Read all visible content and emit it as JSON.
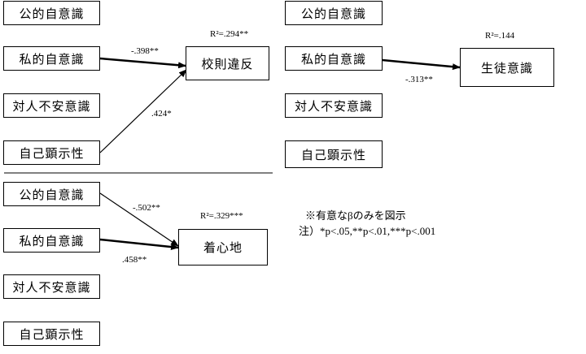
{
  "models": [
    {
      "predictors": [
        "公的自意識",
        "私的自意識",
        "対人不安意識",
        "自己顕示性"
      ],
      "outcome": "校則違反",
      "r2": "R²=.294**",
      "paths": [
        {
          "from": "私的自意識",
          "beta": "-.398**"
        },
        {
          "from": "自己顕示性",
          "beta": ".424*"
        }
      ]
    },
    {
      "predictors": [
        "公的自意識",
        "私的自意識",
        "対人不安意識",
        "自己顕示性"
      ],
      "outcome": "生徒意識",
      "r2": "R²=.144",
      "paths": [
        {
          "from": "私的自意識",
          "beta": "-.313**"
        }
      ]
    },
    {
      "predictors": [
        "公的自意識",
        "私的自意識",
        "対人不安意識",
        "自己顕示性"
      ],
      "outcome": "着心地",
      "r2": "R²=.329***",
      "paths": [
        {
          "from": "公的自意識",
          "beta": "-.502**"
        },
        {
          "from": "私的自意識",
          "beta": ".458**"
        }
      ]
    }
  ],
  "notes": {
    "line1": "※有意なβのみを図示",
    "line2": "注）*p<.05,**p<.01,***p<.001"
  }
}
